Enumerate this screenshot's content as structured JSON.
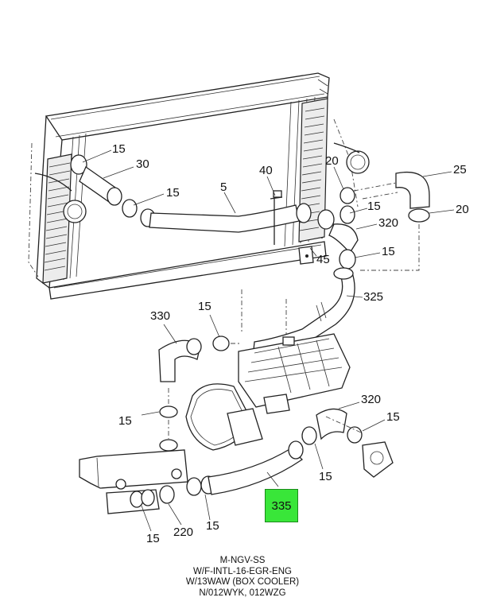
{
  "callouts": {
    "c15_a": "15",
    "c30": "30",
    "c15_b": "15",
    "c5": "5",
    "c40": "40",
    "c20_a": "20",
    "c25": "25",
    "c15_c": "15",
    "c20_b": "20",
    "c320_a": "320",
    "c15_d": "15",
    "c45": "45",
    "c325": "325",
    "c15_e": "15",
    "c330": "330",
    "c320_b": "320",
    "c15_f": "15",
    "c15_g": "15",
    "c15_h": "15",
    "c15_i": "15",
    "c220": "220",
    "c15_j": "15",
    "c335": "335"
  },
  "highlight_color": "#39e639",
  "caption": {
    "line1": "M-NGV-SS",
    "line2": "W/F-INTL-16-EGR-ENG",
    "line3": "W/13WAW (BOX COOLER)",
    "line4": "N/012WYK, 012WZG"
  }
}
